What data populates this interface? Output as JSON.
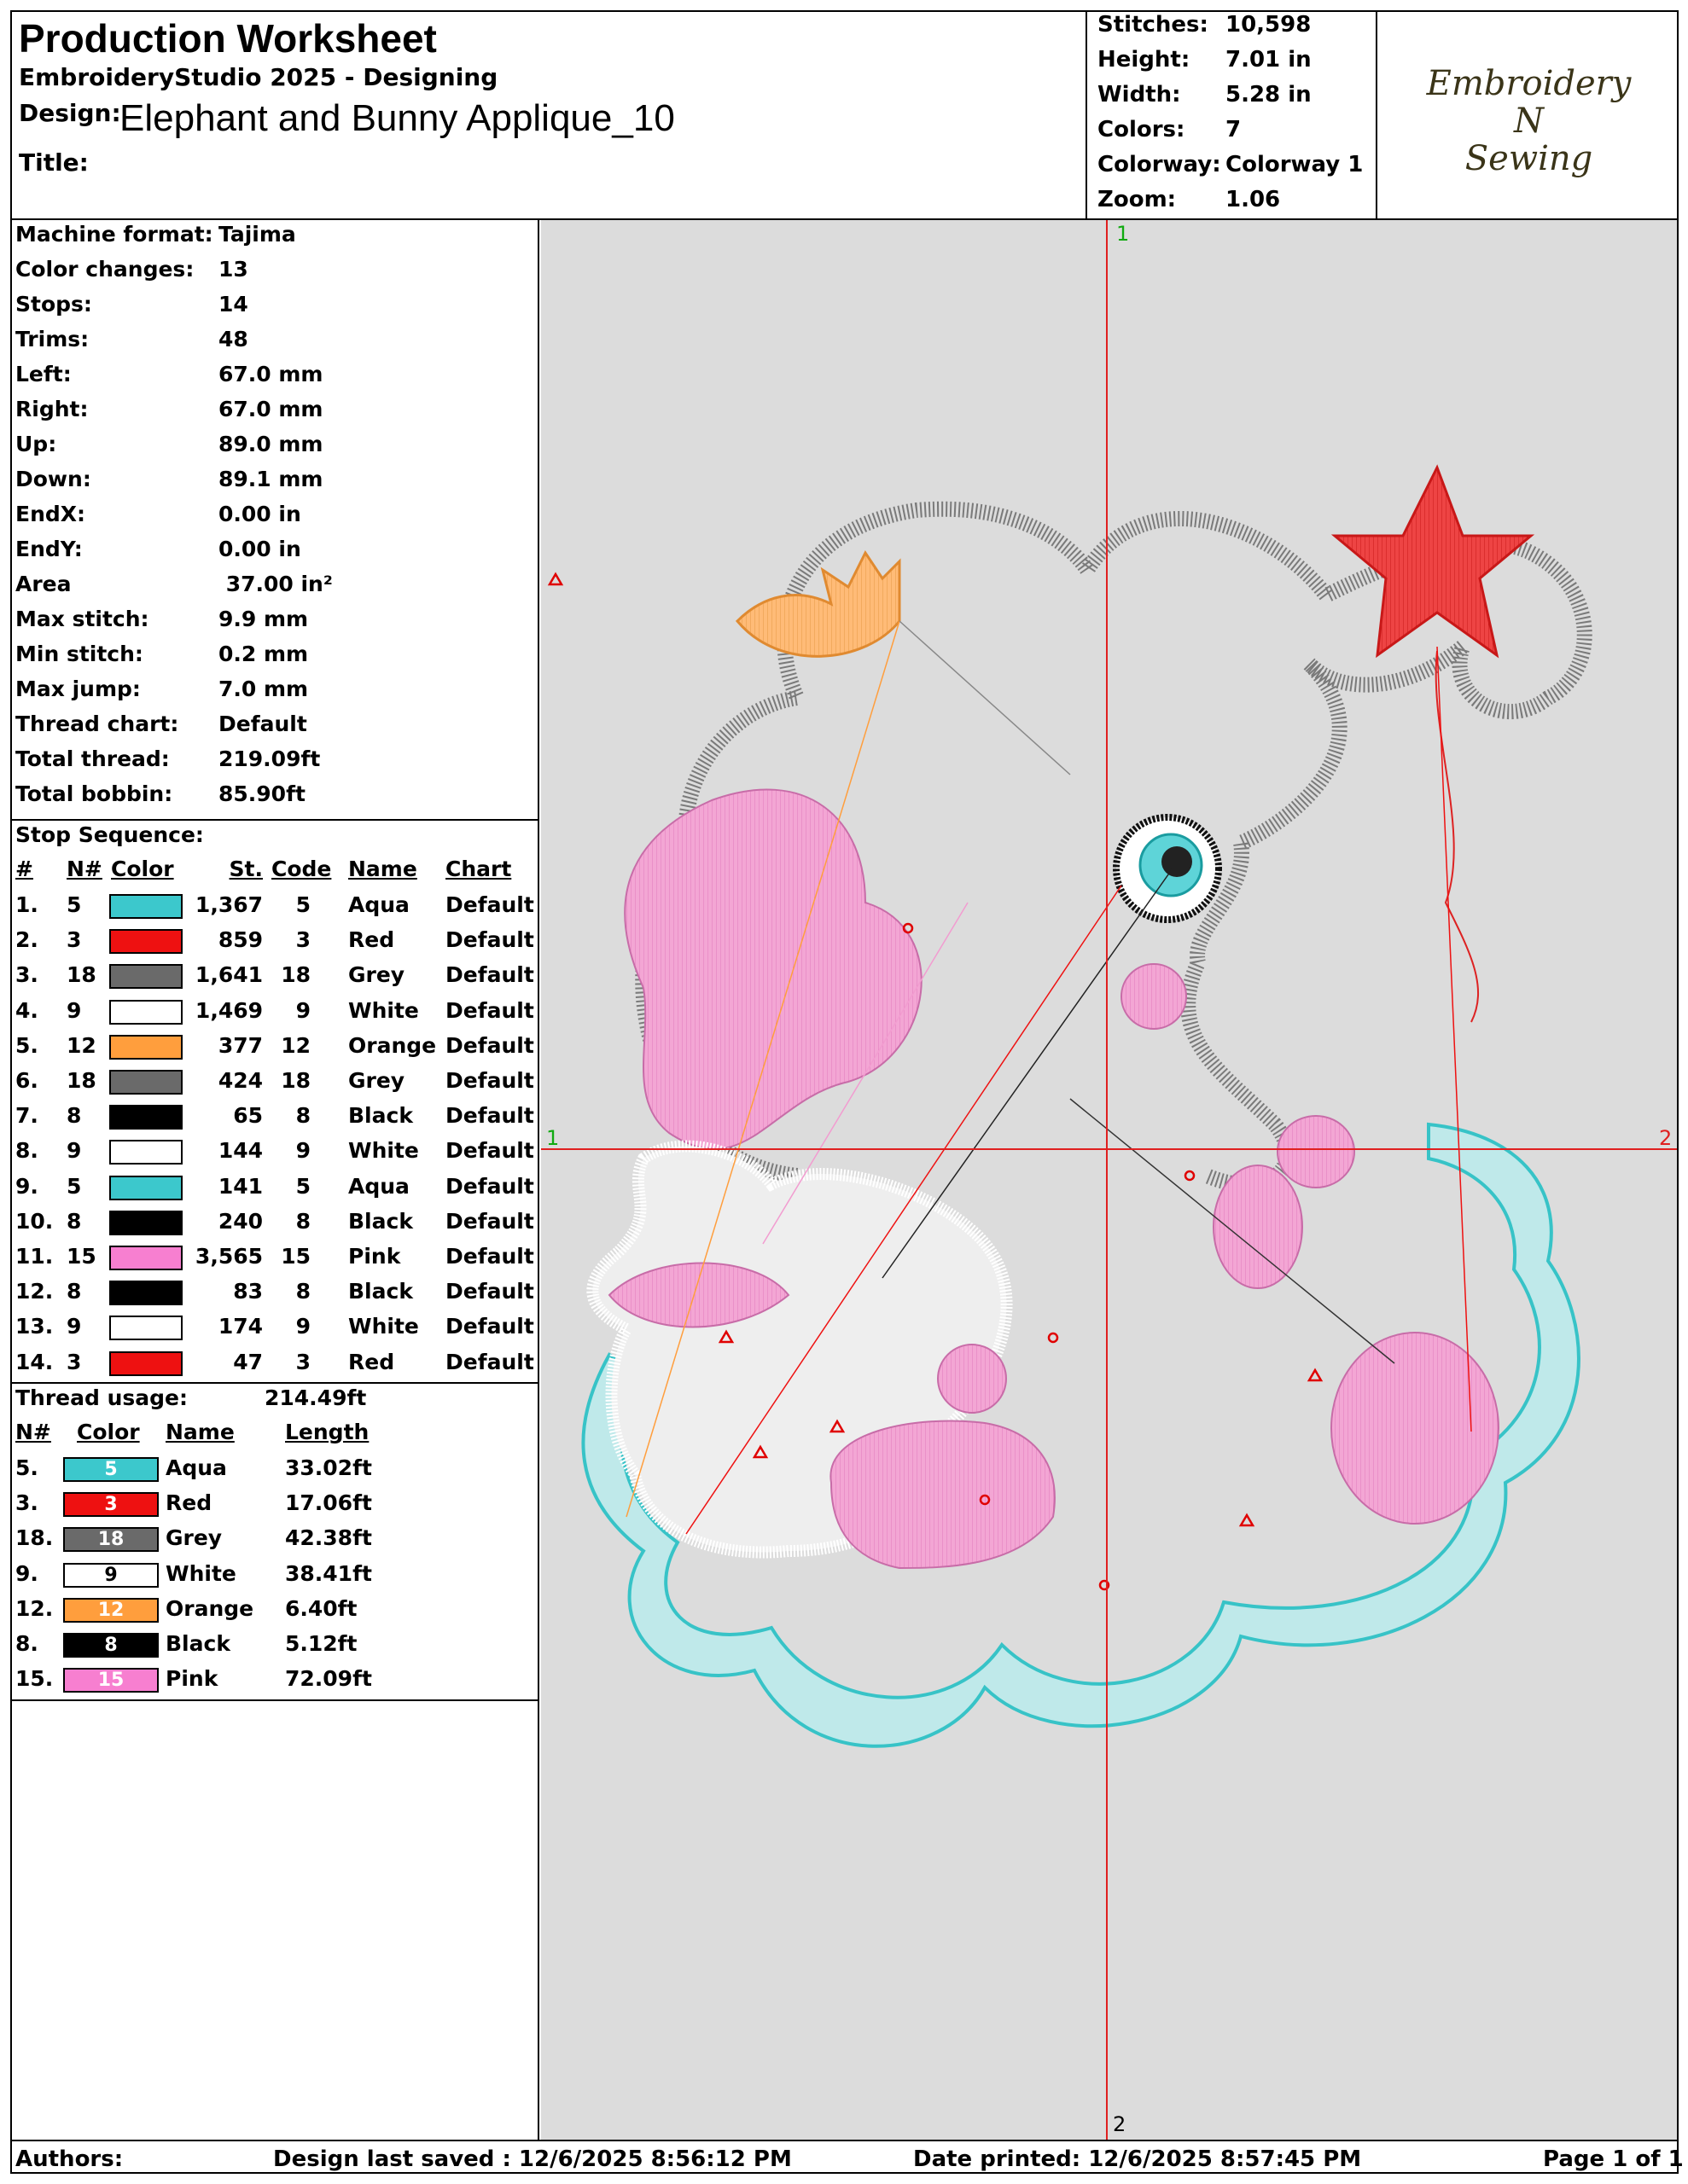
{
  "header": {
    "title": "Production Worksheet",
    "app": "EmbroideryStudio 2025 - Designing",
    "design_label": "Design:",
    "design_name": "Elephant and Bunny Applique_10",
    "title_label": "Title:",
    "title_value": "",
    "stats": [
      {
        "label": "Stitches:",
        "value": "10,598"
      },
      {
        "label": "Height:",
        "value": "7.01 in"
      },
      {
        "label": "Width:",
        "value": "5.28 in"
      },
      {
        "label": "Colors:",
        "value": "7"
      },
      {
        "label": "Colorway:",
        "value": "Colorway 1"
      },
      {
        "label": "Zoom:",
        "value": "1.06"
      }
    ],
    "logo_line1": "Embroidery",
    "logo_line2": "N",
    "logo_line3": "Sewing"
  },
  "machine_info": [
    {
      "label": "Machine format:",
      "value": "Tajima"
    },
    {
      "label": "Color changes:",
      "value": "13"
    },
    {
      "label": "Stops:",
      "value": "14"
    },
    {
      "label": "Trims:",
      "value": "48"
    },
    {
      "label": "Left:",
      "value": "67.0 mm"
    },
    {
      "label": "Right:",
      "value": "67.0 mm"
    },
    {
      "label": "Up:",
      "value": "89.0 mm"
    },
    {
      "label": "Down:",
      "value": "89.1 mm"
    },
    {
      "label": "EndX:",
      "value": "0.00 in"
    },
    {
      "label": "EndY:",
      "value": "0.00 in"
    },
    {
      "label": "Area",
      "value": " 37.00 in²"
    },
    {
      "label": "Max stitch:",
      "value": "9.9 mm"
    },
    {
      "label": "Min stitch:",
      "value": "0.2 mm"
    },
    {
      "label": "Max jump:",
      "value": "7.0 mm"
    },
    {
      "label": "Thread chart:",
      "value": "Default"
    },
    {
      "label": "Total thread:",
      "value": "219.09ft"
    },
    {
      "label": "Total bobbin:",
      "value": "85.90ft"
    }
  ],
  "stop_sequence": {
    "title": "Stop Sequence:",
    "headers": {
      "num": "#",
      "n": "N#",
      "color": "Color",
      "st": "St.",
      "code": "Code",
      "name": "Name",
      "chart": "Chart"
    },
    "rows": [
      {
        "num": "1.",
        "n": "5",
        "color": "#3cc8cc",
        "st": "1,367",
        "code": "5",
        "name": "Aqua",
        "chart": "Default"
      },
      {
        "num": "2.",
        "n": "3",
        "color": "#ee1111",
        "st": "859",
        "code": "3",
        "name": "Red",
        "chart": "Default"
      },
      {
        "num": "3.",
        "n": "18",
        "color": "#6a6a6a",
        "st": "1,641",
        "code": "18",
        "name": "Grey",
        "chart": "Default"
      },
      {
        "num": "4.",
        "n": "9",
        "color": "#ffffff",
        "st": "1,469",
        "code": "9",
        "name": "White",
        "chart": "Default"
      },
      {
        "num": "5.",
        "n": "12",
        "color": "#ff9e3d",
        "st": "377",
        "code": "12",
        "name": "Orange",
        "chart": "Default"
      },
      {
        "num": "6.",
        "n": "18",
        "color": "#6a6a6a",
        "st": "424",
        "code": "18",
        "name": "Grey",
        "chart": "Default"
      },
      {
        "num": "7.",
        "n": "8",
        "color": "#000000",
        "st": "65",
        "code": "8",
        "name": "Black",
        "chart": "Default"
      },
      {
        "num": "8.",
        "n": "9",
        "color": "#ffffff",
        "st": "144",
        "code": "9",
        "name": "White",
        "chart": "Default"
      },
      {
        "num": "9.",
        "n": "5",
        "color": "#3cc8cc",
        "st": "141",
        "code": "5",
        "name": "Aqua",
        "chart": "Default"
      },
      {
        "num": "10.",
        "n": "8",
        "color": "#000000",
        "st": "240",
        "code": "8",
        "name": "Black",
        "chart": "Default"
      },
      {
        "num": "11.",
        "n": "15",
        "color": "#f77fd0",
        "st": "3,565",
        "code": "15",
        "name": "Pink",
        "chart": "Default"
      },
      {
        "num": "12.",
        "n": "8",
        "color": "#000000",
        "st": "83",
        "code": "8",
        "name": "Black",
        "chart": "Default"
      },
      {
        "num": "13.",
        "n": "9",
        "color": "#ffffff",
        "st": "174",
        "code": "9",
        "name": "White",
        "chart": "Default"
      },
      {
        "num": "14.",
        "n": "3",
        "color": "#ee1111",
        "st": "47",
        "code": "3",
        "name": "Red",
        "chart": "Default"
      }
    ]
  },
  "thread_usage": {
    "title": "Thread usage:",
    "total": "214.49ft",
    "headers": {
      "n": "N#",
      "color": "Color",
      "name": "Name",
      "length": "Length"
    },
    "rows": [
      {
        "n": "5.",
        "code": "5",
        "color": "#3cc8cc",
        "name": "Aqua",
        "length": "33.02ft",
        "text_color": "#ffffff"
      },
      {
        "n": "3.",
        "code": "3",
        "color": "#ee1111",
        "name": "Red",
        "length": "17.06ft",
        "text_color": "#ffffff"
      },
      {
        "n": "18.",
        "code": "18",
        "color": "#6a6a6a",
        "name": "Grey",
        "length": "42.38ft",
        "text_color": "#ffffff"
      },
      {
        "n": "9.",
        "code": "9",
        "color": "#ffffff",
        "name": "White",
        "length": "38.41ft",
        "text_color": "#000000"
      },
      {
        "n": "12.",
        "code": "12",
        "color": "#ff9e3d",
        "name": "Orange",
        "length": "6.40ft",
        "text_color": "#ffffff"
      },
      {
        "n": "8.",
        "code": "8",
        "color": "#000000",
        "name": "Black",
        "length": "5.12ft",
        "text_color": "#ffffff"
      },
      {
        "n": "15.",
        "code": "15",
        "color": "#f77fd0",
        "name": "Pink",
        "length": "72.09ft",
        "text_color": "#ffffff"
      }
    ]
  },
  "canvas": {
    "axis_top": "1",
    "axis_bottom": "2",
    "axis_left": "1",
    "axis_right": "2"
  },
  "footer": {
    "authors": "Authors:",
    "saved": "Design last saved : 12/6/2025 8:56:12 PM",
    "printed": "Date printed: 12/6/2025 8:57:45 PM",
    "page": "Page 1 of 1"
  }
}
